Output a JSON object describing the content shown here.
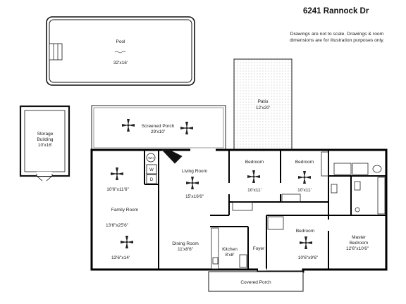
{
  "header": {
    "address": "6241 Rannock Dr",
    "disclaimer_line1": "Drawings are not to scale. Drawings & room",
    "disclaimer_line2": "dimensions are for illustration purposes only."
  },
  "rooms": {
    "pool": {
      "name": "Pool",
      "dim": "32'x16'"
    },
    "patio": {
      "name": "Patio",
      "dim": "12'x20'"
    },
    "screened_porch": {
      "name": "Screened Porch",
      "dim": "29'x10'"
    },
    "storage": {
      "name1": "Storage",
      "name2": "Building",
      "dim": "10'x16'"
    },
    "family_upper": {
      "dim": "10'6\"x11'6\""
    },
    "family_room": {
      "name": "Family Room",
      "dim": "13'6\"x25'6\""
    },
    "family_lower": {
      "dim": "13'6\"x14'"
    },
    "living_room": {
      "name": "Living Room",
      "dim": "15'x16'6\""
    },
    "bedroom1": {
      "name": "Bedroom",
      "dim": "10'x11'"
    },
    "bedroom2": {
      "name": "Bedroom",
      "dim": "10'x11'"
    },
    "bedroom3": {
      "name": "Bedroom",
      "dim": "10'6\"x9'6\""
    },
    "master": {
      "name1": "Master",
      "name2": "Bedroom",
      "dim": "12'6\"x10'6\""
    },
    "dining_room": {
      "name": "Dining Room",
      "dim": "11'x8'6\""
    },
    "kitchen": {
      "name": "Kitchen",
      "dim": "8'x8'"
    },
    "foyer": {
      "name": "Foyer"
    },
    "covered_porch": {
      "name": "Covered Porch"
    }
  },
  "appliances": {
    "water_heater": "WH",
    "washer": "W",
    "dryer": "D"
  }
}
